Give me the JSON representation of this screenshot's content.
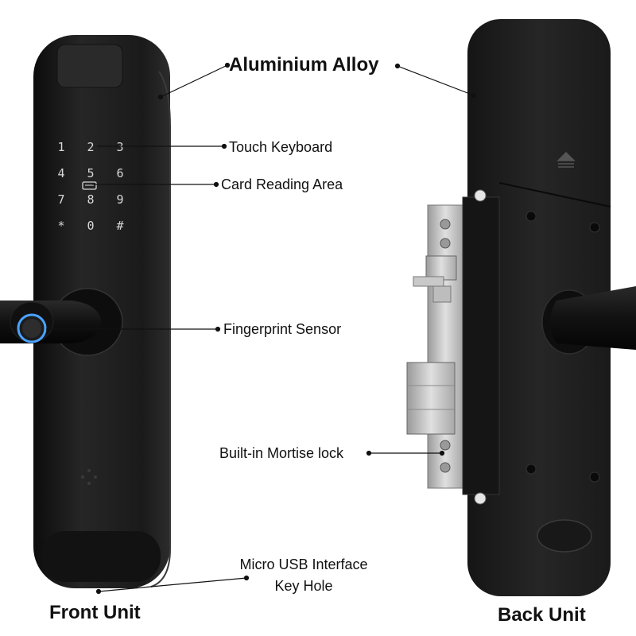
{
  "callouts": {
    "aluminium_alloy": "Aluminium Alloy",
    "touch_keyboard": "Touch Keyboard",
    "card_reading_area": "Card Reading Area",
    "fingerprint_sensor": "Fingerprint Sensor",
    "mortise_lock": "Built-in Mortise lock",
    "micro_usb": "Micro USB Interface",
    "key_hole": "Key Hole"
  },
  "units": {
    "front": "Front Unit",
    "back": "Back Unit"
  },
  "keypad": {
    "keys": [
      "1",
      "2",
      "3",
      "4",
      "5",
      "6",
      "7",
      "8",
      "9",
      "*",
      "0",
      "#"
    ]
  },
  "colors": {
    "lock_body": "#1c1c1c",
    "steel": "#c9c9c9",
    "fingerprint_ring": "#4aa3ff"
  }
}
